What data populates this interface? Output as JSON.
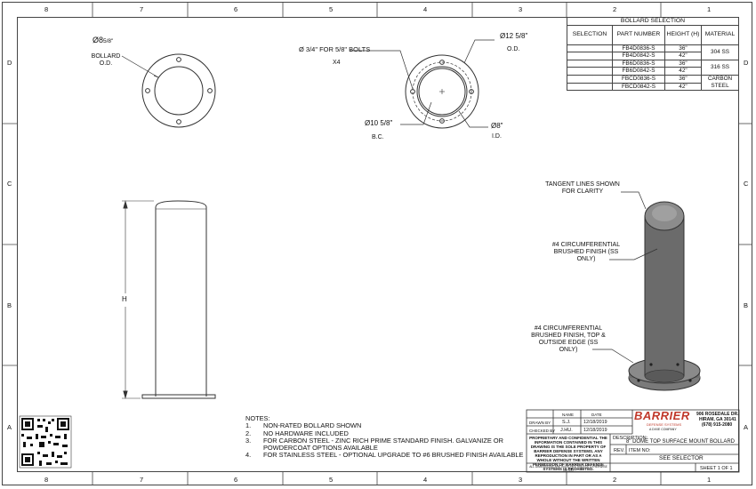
{
  "zones": {
    "columns": [
      "8",
      "7",
      "6",
      "5",
      "4",
      "3",
      "2",
      "1"
    ],
    "rows": [
      "D",
      "C",
      "B",
      "A"
    ]
  },
  "top_view_left": {
    "diameter_label": "Ø8",
    "diameter_frac": "5/8\"",
    "od_label": "BOLLARD O.D."
  },
  "top_view_right": {
    "bolt_label": "Ø 3/4\" FOR 5/8\" BOLTS",
    "bolt_count": "X4",
    "plate_dia": "Ø12 5/8\"",
    "plate_od": "O.D.",
    "bc_dia": "Ø10 5/8\"",
    "bc_label": "B.C.",
    "id_dia": "Ø8\"",
    "id_label": "I.D."
  },
  "side_view": {
    "height_label": "H"
  },
  "iso_view": {
    "tangent_note": "TANGENT LINES SHOWN FOR CLARITY",
    "finish_note": "#4 CIRCUMFERENTIAL BRUSHED FINISH (SS ONLY)",
    "finish_note2": "#4 CIRCUMFERENTIAL BRUSHED FINISH, TOP & OUTSIDE EDGE (SS ONLY)"
  },
  "selection_table": {
    "title": "BOLLARD SELECTION",
    "headers": [
      "SELECTION",
      "PART NUMBER",
      "HEIGHT (H)",
      "MATERIAL"
    ],
    "rows": [
      {
        "part": "FB4D0836-S",
        "height": "36\""
      },
      {
        "part": "FB4D0842-S",
        "height": "42\""
      },
      {
        "part": "FB6D0836-S",
        "height": "36\""
      },
      {
        "part": "FB6D0842-S",
        "height": "42\""
      },
      {
        "part": "FBCD0836-S",
        "height": "36\""
      },
      {
        "part": "FBCD0842-S",
        "height": "42\""
      }
    ],
    "materials": [
      "304 SS",
      "316 SS",
      "CARBON STEEL"
    ]
  },
  "notes": {
    "title": "NOTES:",
    "items": [
      {
        "num": "1.",
        "text": "NON-RATED BOLLARD SHOWN"
      },
      {
        "num": "2.",
        "text": "NO HARDWARE INCLUDED"
      },
      {
        "num": "3.",
        "text": "FOR CARBON STEEL - ZINC RICH PRIME STANDARD FINISH. GALVANIZE OR POWDERCOAT OPTIONS AVAILABLE"
      },
      {
        "num": "4.",
        "text": "FOR STAINLESS STEEL - OPTIONAL UPGRADE TO #6 BRUSHED FINISH AVAILABLE"
      }
    ]
  },
  "title_block": {
    "col_name": "NAME",
    "col_date": "DATE",
    "drawn_by": "DRAWN BY",
    "drawn_name": "S.J.",
    "drawn_date": "12/18/2019",
    "checked_by": "CHECKED BY",
    "checked_name": "J.HU.",
    "checked_date": "12/18/2019",
    "company": "BARRIER",
    "company_sub": "DEFENSE SYSTEMS",
    "company_tag": "A DIXIE COMPANY",
    "address1": "906 ROSEDALE DR.",
    "address2": "HIRAM, GA 30141",
    "phone": "(678) 915-2080",
    "proprietary": "PROPRIETARY AND CONFIDENTIAL THE INFORMATION CONTAINED IN THIS DRAWING IS THE SOLE PROPERTY OF BARRIER DEFENSE SYSTEMS. ANY REPRODUCTION IN PART OR AS A WHOLE WITHOUT THE WRITTEN PERMISSION OF BARRIER DEFENSE SYSTEMS IS PROHIBITED.",
    "description_label": "DESCRIPTION:",
    "description": "8\" DOME TOP SURFACE MOUNT BOLLARD",
    "rev_label": "REV.",
    "item_label": "ITEM NO:",
    "item_value": "SEE SELECTOR",
    "sheet": "SHEET 1 OF 1",
    "footer_small": "ALL DIMENSIONS ARE IN INCHES UNLESS OTHERWISE NOTED"
  },
  "colors": {
    "line": "#333333",
    "bollard_fill": "#6b6b6b",
    "logo_red": "#c0392b"
  }
}
